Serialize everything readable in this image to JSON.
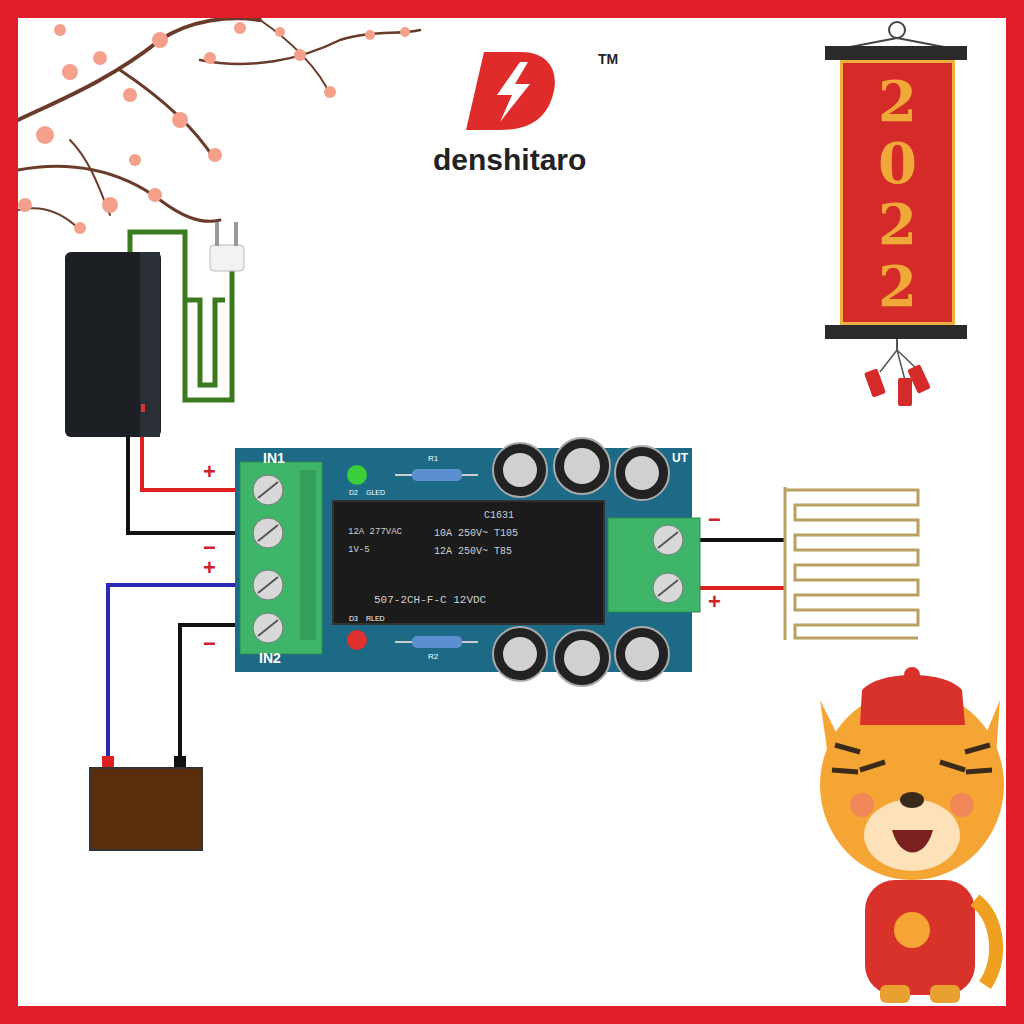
{
  "diagram": {
    "nodes": [
      {
        "text": [
          "IN1",
          "IN2"
        ]
      },
      {
        "text": [
          "C1631",
          "10A 250V~ T105",
          "12A 250V~ T85",
          "507-2CH-F-C 12VDC",
          "12A 277VAC",
          "1V-5"
        ],
        "in": 0
      },
      {
        "text": [
          "2022"
        ]
      }
    ],
    "labels": [
      "TM",
      "denshitaro",
      "+",
      "−",
      "+",
      "−",
      "−",
      "+",
      "R1",
      "GLED",
      "D2",
      "RLED",
      "D3",
      "R2",
      "UT"
    ]
  }
}
